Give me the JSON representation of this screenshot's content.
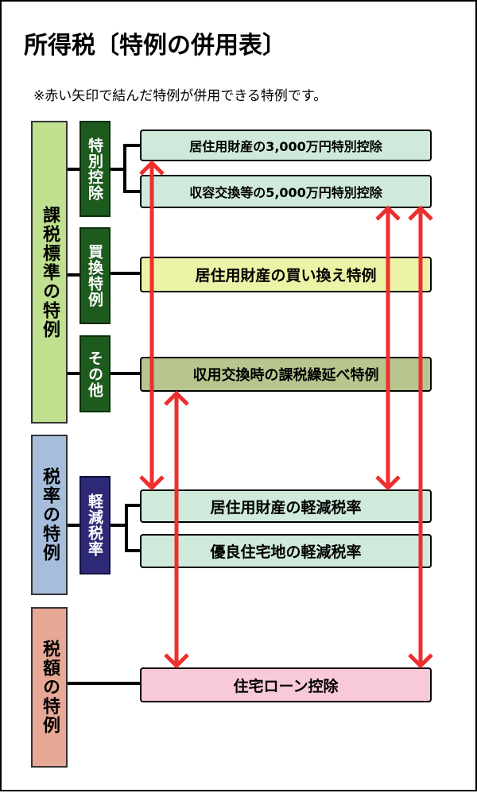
{
  "title": "所得税〔特例の併用表〕",
  "note": "※赤い矢印で結んだ特例が併用できる特例です。",
  "categories": {
    "kazei": "課税標準の特例",
    "zeiritsu": "税率の特例",
    "zeigaku": "税額の特例"
  },
  "subcategories": {
    "tokubetsu_koujo": "特別控除",
    "kaikae": "買換特例",
    "sonota": "その他",
    "keigen": "軽減税率"
  },
  "items": {
    "kyoju_3000": "居住用財産の3,000万円特別控除",
    "shuyo_5000": "収容交換等の5,000万円特別控除",
    "kyoju_kaikae": "居住用財産の買い換え特例",
    "shuyo_kuriage": "収用交換時の課税繰延べ特例",
    "kyoju_keigen": "居住用財産の軽減税率",
    "yuryo_keigen": "優良住宅地の軽減税率",
    "loan_koujo": "住宅ローン控除"
  },
  "colors": {
    "arrow": "#ee2f2f",
    "category_kazei": "#bfe08e",
    "category_zeiritsu": "#a6bedc",
    "category_zeigaku": "#e8a896",
    "subcategory_green": "#1d5a1d",
    "subcategory_navy": "#2e2a78",
    "item_mint": "#cfeadb",
    "item_yellow": "#ecf3a6",
    "item_olive": "#b6c68e",
    "item_pink": "#f8c9d9"
  },
  "combinations": [
    [
      "kyoju_3000",
      "kyoju_keigen"
    ],
    [
      "shuyo_5000",
      "kyoju_keigen"
    ],
    [
      "shuyo_5000",
      "loan_koujo"
    ],
    [
      "shuyo_kuriage",
      "loan_koujo"
    ]
  ]
}
